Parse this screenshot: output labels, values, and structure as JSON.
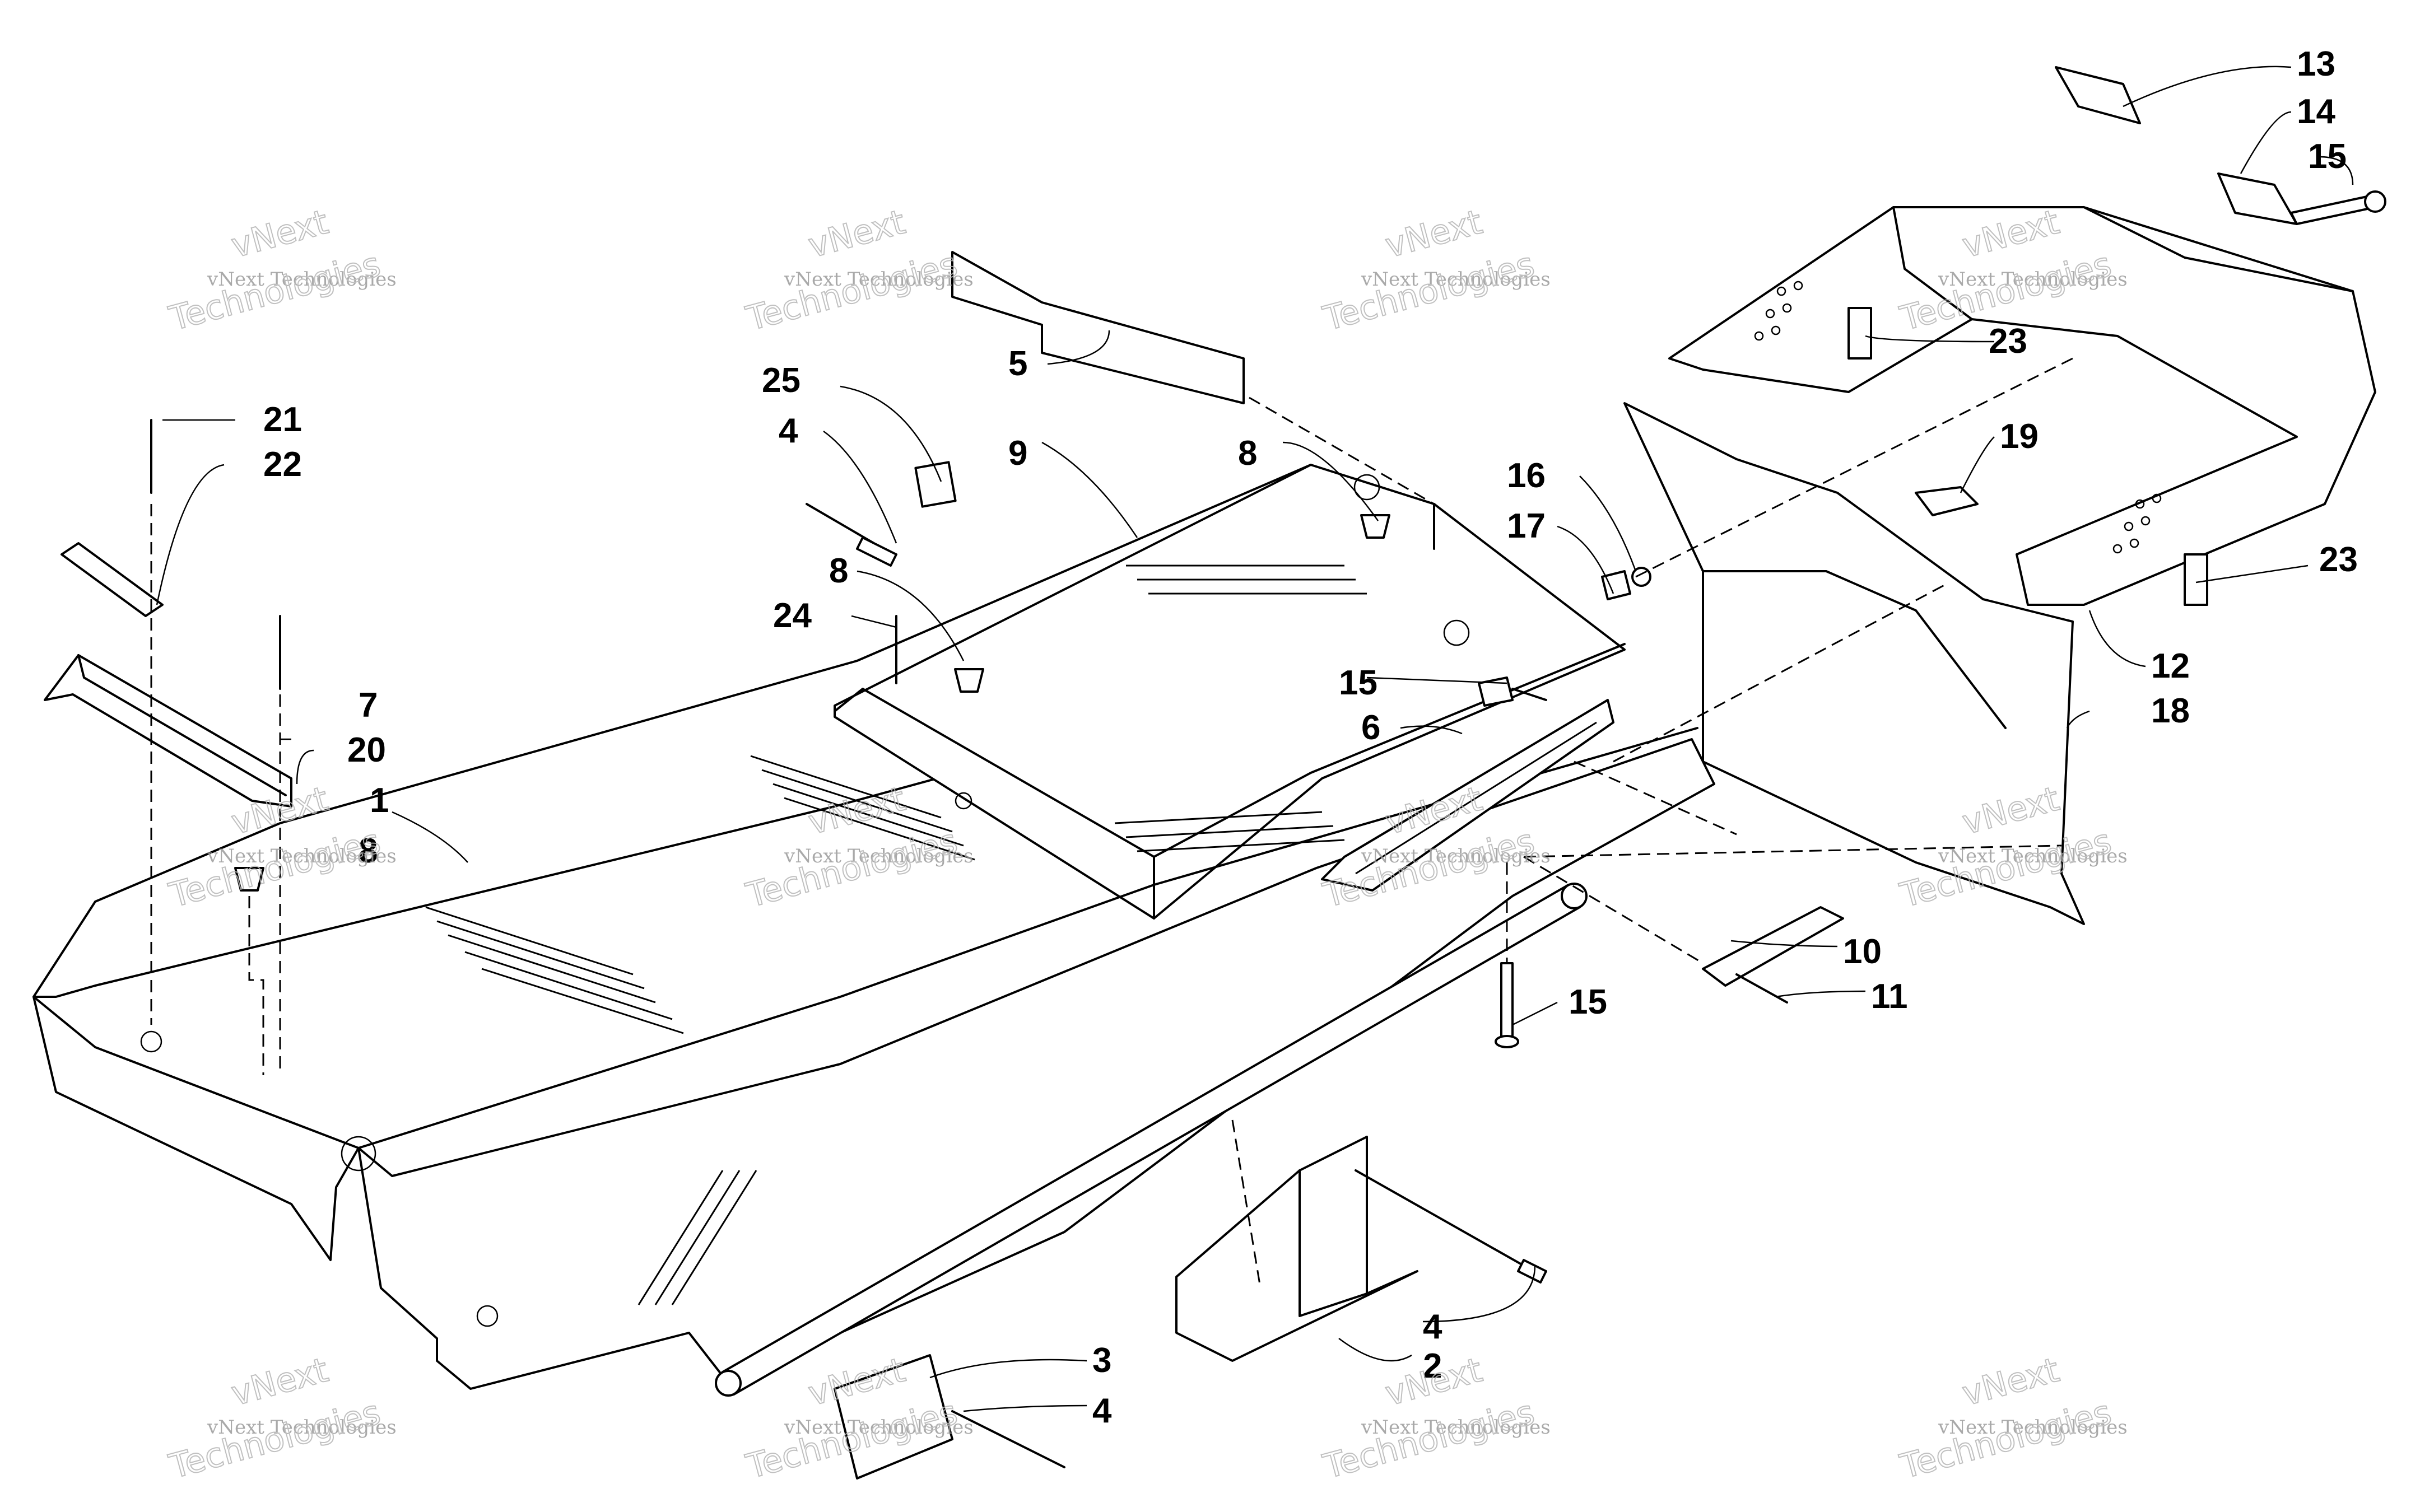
{
  "watermark": {
    "line1": "vNext Technologies",
    "line2": "vNext",
    "line3": "Technologies"
  },
  "callouts": [
    {
      "id": "c1",
      "text": "1"
    },
    {
      "id": "c2",
      "text": "2"
    },
    {
      "id": "c3",
      "text": "3"
    },
    {
      "id": "c4a",
      "text": "4"
    },
    {
      "id": "c4b",
      "text": "4"
    },
    {
      "id": "c4c",
      "text": "4"
    },
    {
      "id": "c5",
      "text": "5"
    },
    {
      "id": "c6",
      "text": "6"
    },
    {
      "id": "c7",
      "text": "7"
    },
    {
      "id": "c8a",
      "text": "8"
    },
    {
      "id": "c8b",
      "text": "8"
    },
    {
      "id": "c8c",
      "text": "8"
    },
    {
      "id": "c9",
      "text": "9"
    },
    {
      "id": "c10",
      "text": "10"
    },
    {
      "id": "c11",
      "text": "11"
    },
    {
      "id": "c12",
      "text": "12"
    },
    {
      "id": "c13",
      "text": "13"
    },
    {
      "id": "c14",
      "text": "14"
    },
    {
      "id": "c15a",
      "text": "15"
    },
    {
      "id": "c15b",
      "text": "15"
    },
    {
      "id": "c15c",
      "text": "15"
    },
    {
      "id": "c16",
      "text": "16"
    },
    {
      "id": "c17",
      "text": "17"
    },
    {
      "id": "c18",
      "text": "18"
    },
    {
      "id": "c19",
      "text": "19"
    },
    {
      "id": "c20",
      "text": "20"
    },
    {
      "id": "c21",
      "text": "21"
    },
    {
      "id": "c22",
      "text": "22"
    },
    {
      "id": "c23a",
      "text": "23"
    },
    {
      "id": "c23b",
      "text": "23"
    },
    {
      "id": "c24",
      "text": "24"
    },
    {
      "id": "c25",
      "text": "25"
    }
  ]
}
